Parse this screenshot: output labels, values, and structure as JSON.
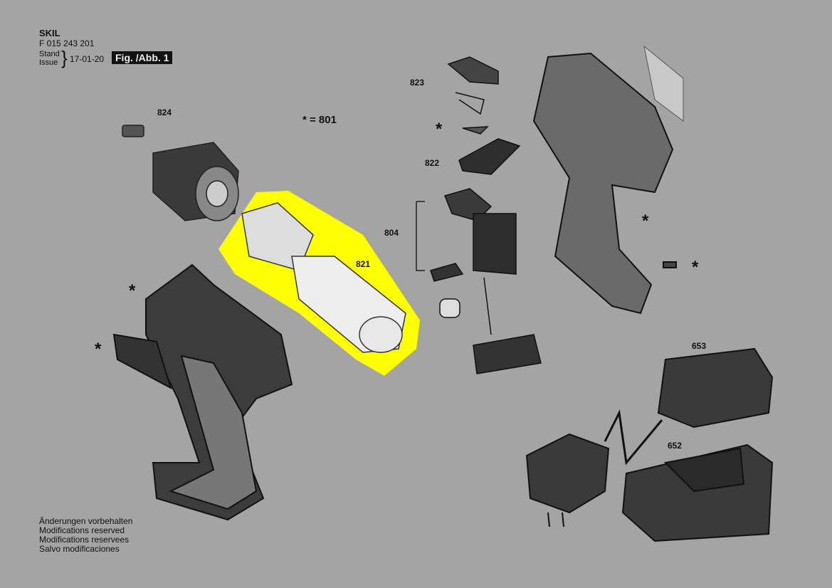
{
  "header": {
    "brand": "SKIL",
    "part_number": "F 015 243 201",
    "stand_label": "Stand",
    "issue_label": "Issue",
    "brace": "}",
    "date": "17-01-20",
    "figure": "Fig. /Abb. 1"
  },
  "legend": {
    "star_eq": "* = 801"
  },
  "parts": {
    "p824": "824",
    "p823": "823",
    "p822": "822",
    "p804": "804",
    "p821": "821",
    "p653": "653",
    "p652": "652",
    "star": "*"
  },
  "highlight_color": "#ffff00",
  "footer": {
    "lines": [
      "Änderungen vorbehalten",
      "Modifications reserved",
      "Modifications reservees",
      "Salvo modificaciones"
    ]
  }
}
